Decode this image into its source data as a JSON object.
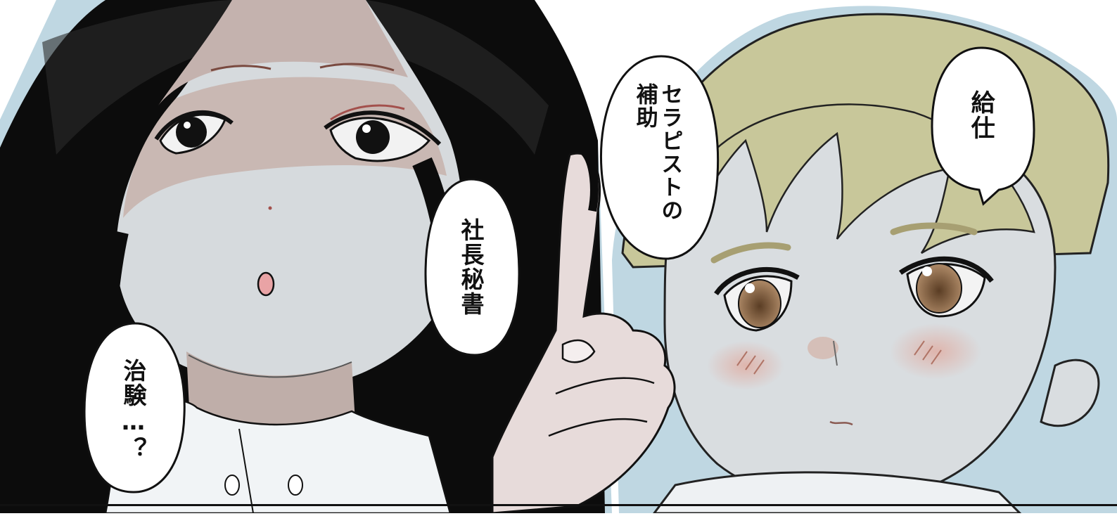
{
  "panel": {
    "speech_bubbles": [
      {
        "id": "kyuji",
        "text": "給仕"
      },
      {
        "id": "therapist",
        "text": "セラピストの\n補助"
      },
      {
        "id": "secretary",
        "text": "社長秘書"
      },
      {
        "id": "trial",
        "text": "治験…？"
      }
    ]
  },
  "colors": {
    "line_ink": "#111111",
    "skin": "#d9dde0",
    "skin_shadow": "#c8b6b2",
    "hair_left": "#0c0c0c",
    "hair_right": "#c8c79a",
    "eye_brown": "#8a6a4a",
    "frame_blue": "#bfd7e2"
  }
}
